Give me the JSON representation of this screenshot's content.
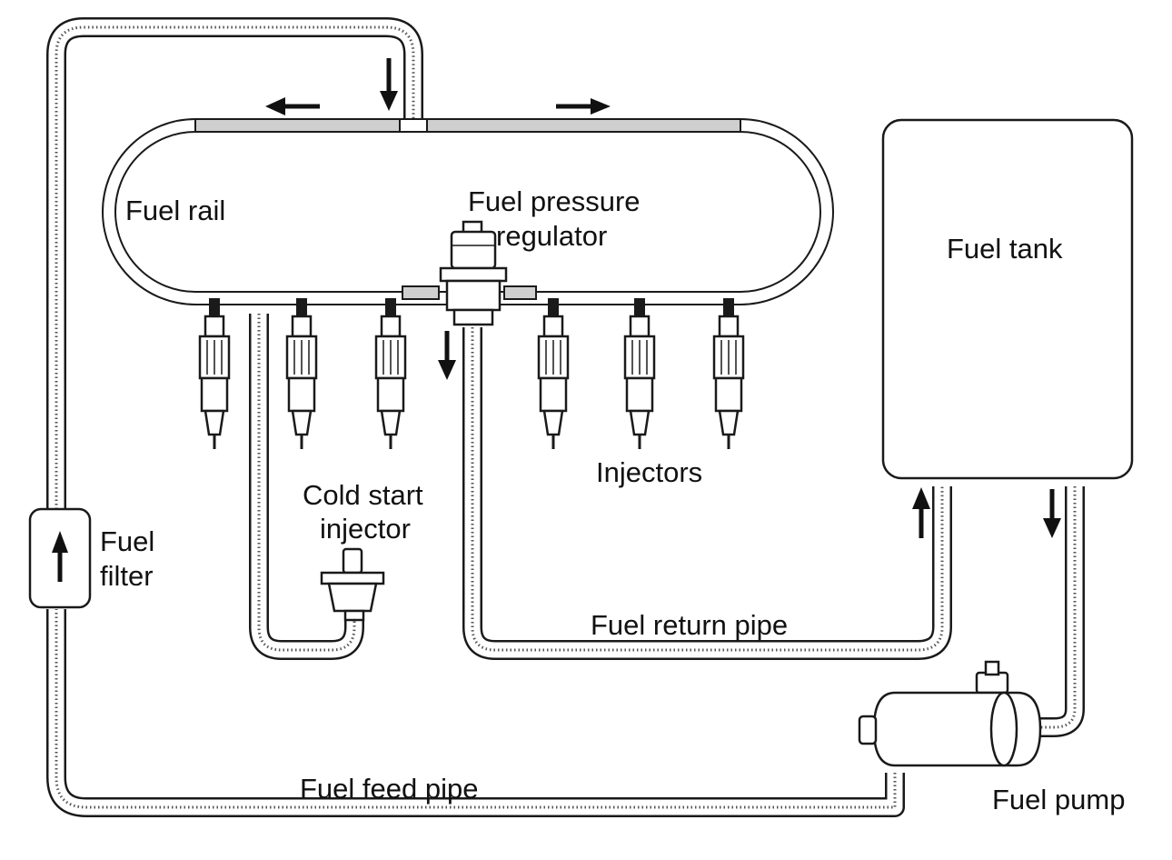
{
  "labels": {
    "fuel_rail": "Fuel rail",
    "fuel_pressure_regulator_line1": "Fuel pressure",
    "fuel_pressure_regulator_line2": "regulator",
    "fuel_tank": "Fuel tank",
    "injectors": "Injectors",
    "cold_start_line1": "Cold start",
    "cold_start_line2": "injector",
    "fuel_filter_line1": "Fuel",
    "fuel_filter_line2": "filter",
    "fuel_return_pipe": "Fuel return pipe",
    "fuel_feed_pipe": "Fuel feed pipe",
    "fuel_pump": "Fuel pump"
  },
  "colors": {
    "line": "#1a1a1a",
    "shade": "#cfcfcf",
    "background": "#ffffff"
  }
}
